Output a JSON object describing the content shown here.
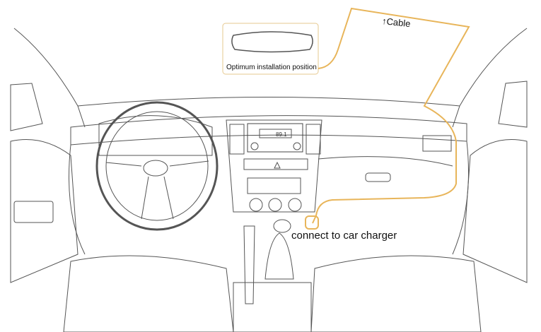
{
  "callouts": {
    "mirror_label": "Optimum installation position",
    "cable_label": "↑Cable",
    "charger_label": "connect to car charger"
  },
  "radio": {
    "display": "89.1"
  },
  "colors": {
    "cable": "#e8b55a",
    "line": "#555555",
    "callout_border": "#e6c98f"
  }
}
